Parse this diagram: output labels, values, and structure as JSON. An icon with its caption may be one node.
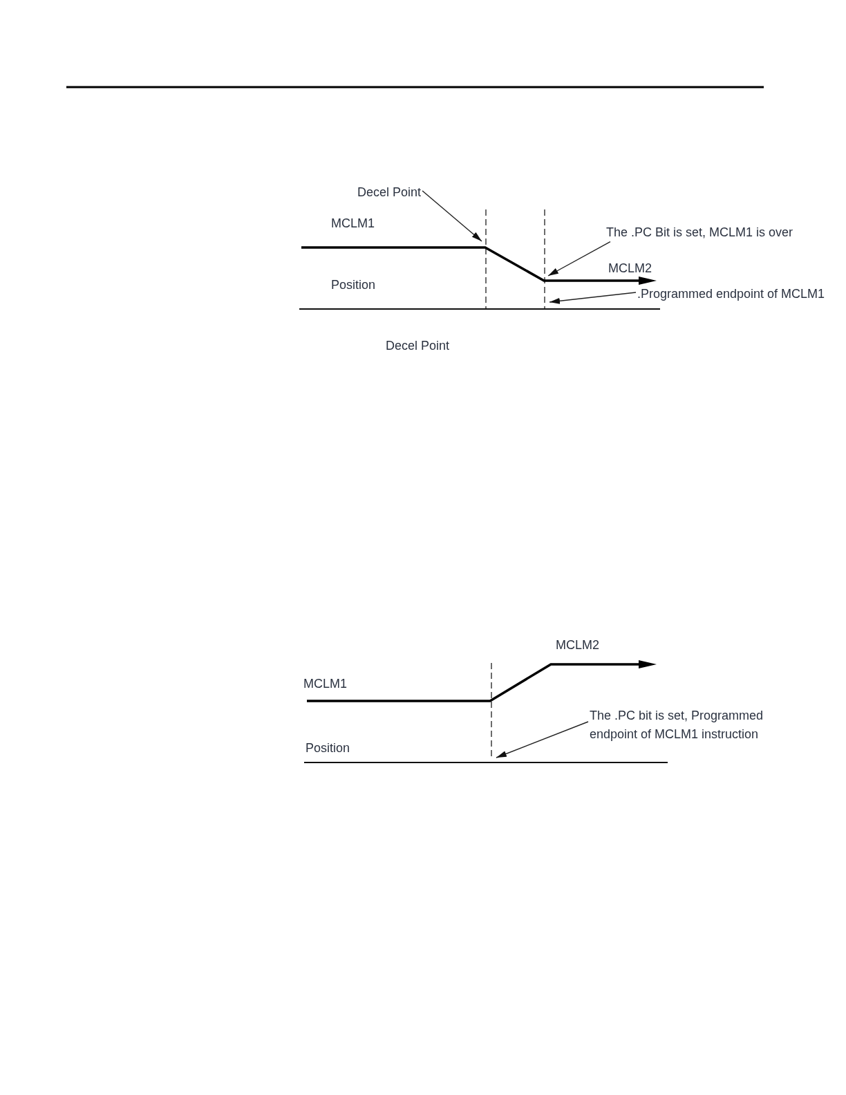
{
  "diagram": {
    "nodes": [
      {
        "text": [
          "Decel Point"
        ]
      },
      {
        "text": [
          "The .PC Bit is set, MCLM1 is over"
        ]
      },
      {
        "text": [
          ".Programmed endpoint of MCLM1"
        ]
      },
      {
        "text": [
          "The .PC bit is set, Programmed endpoint of MCLM1 instruction"
        ]
      }
    ],
    "edges": [
      {
        "from": 0,
        "to": null,
        "arrow": "to"
      },
      {
        "from": 1,
        "to": null,
        "arrow": "to"
      },
      {
        "from": 2,
        "to": null,
        "arrow": "to"
      },
      {
        "from": 3,
        "to": null,
        "arrow": "to"
      }
    ],
    "labels": [
      "MCLM1",
      "MCLM2",
      "Position",
      "Decel Point",
      "MCLM2",
      "MCLM1",
      "Position"
    ]
  }
}
